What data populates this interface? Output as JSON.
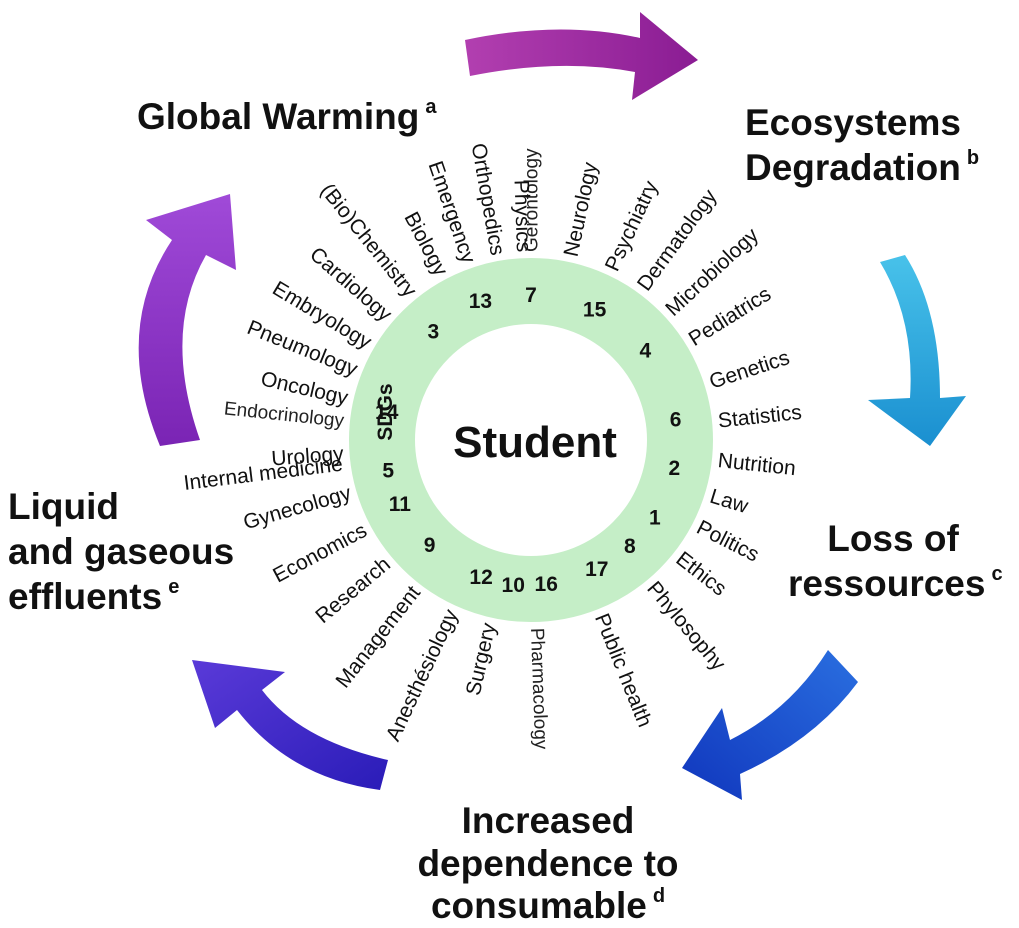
{
  "center_title": "Student",
  "sdgs_label": "SDGs",
  "outer_labels": {
    "global_warming": {
      "text": "Global Warming",
      "note": "a"
    },
    "ecosystems": {
      "line1": "Ecosystems",
      "line2": "Degradation",
      "note": "b"
    },
    "loss": {
      "line1": "Loss of",
      "line2": "ressources",
      "note": "c"
    },
    "dependence": {
      "line1": "Increased",
      "line2": "dependence to",
      "line3": "consumable",
      "note": "d"
    },
    "effluents": {
      "line1": "Liquid",
      "line2": "and gaseous",
      "line3": "effluents",
      "note": "e"
    }
  },
  "sdg_numbers": [
    "7",
    "15",
    "4",
    "6",
    "2",
    "1",
    "8",
    "17",
    "16",
    "10",
    "12",
    "9",
    "11",
    "5",
    "14",
    "3",
    "13"
  ],
  "disciplines": [
    "Gerontology",
    "Neurology",
    "Psychiatry",
    "Dermatology",
    "Microbiology",
    "Pediatrics",
    "Genetics",
    "Statistics",
    "Nutrition",
    "Law",
    "Politics",
    "Ethics",
    "Phylosophy",
    "Public health",
    "Pharmacology",
    "Surgery",
    "Anesthésiology",
    "Management",
    "Research",
    "Economics",
    "Gynecology",
    "Urology",
    "Internal medicine",
    "Endocrinology",
    "Oncology",
    "Pneumology",
    "Embryology",
    "Cardiology",
    "(Bio)Chemistry",
    "Biology",
    "Emergency",
    "Orthopedics",
    "Physics"
  ],
  "colors": {
    "ring": "#c5eec7",
    "arrow_top": [
      "#a83fa8",
      "#8a1c93"
    ],
    "arrow_right": [
      "#3fb7e4",
      "#1a8fd0"
    ],
    "arrow_bottom_right": [
      "#1f63d8",
      "#1238c0"
    ],
    "arrow_bottom_left": [
      "#3a3ad6",
      "#2317b8"
    ],
    "arrow_left": [
      "#8a3ad2",
      "#6a1aa8"
    ]
  }
}
